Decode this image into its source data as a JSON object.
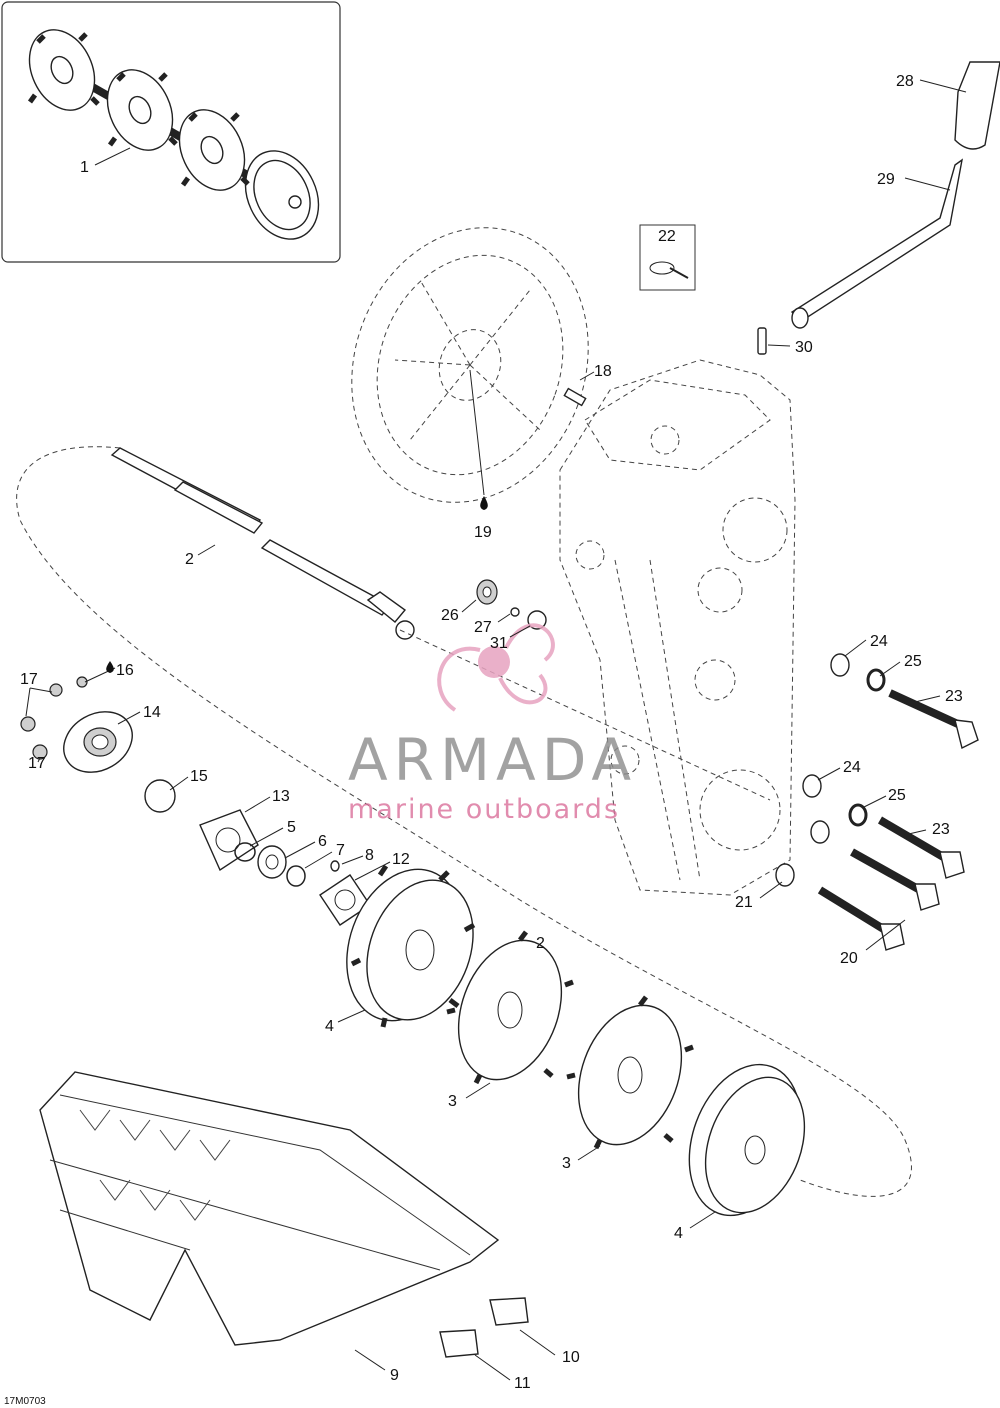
{
  "diagram_code": "17M0703",
  "watermark": {
    "brand": "ARMADA",
    "tagline": "marine outboards"
  },
  "callouts": {
    "c1": "1",
    "c2": "2",
    "c2b": "2",
    "c3a": "3",
    "c3b": "3",
    "c4a": "4",
    "c4b": "4",
    "c5": "5",
    "c6": "6",
    "c7": "7",
    "c8": "8",
    "c9": "9",
    "c10": "10",
    "c11": "11",
    "c12": "12",
    "c13": "13",
    "c14": "14",
    "c15": "15",
    "c16": "16",
    "c17a": "17",
    "c17b": "17",
    "c18": "18",
    "c19": "19",
    "c20": "20",
    "c21": "21",
    "c22": "22",
    "c23a": "23",
    "c23b": "23",
    "c24a": "24",
    "c24b": "24",
    "c25a": "25",
    "c25b": "25",
    "c26": "26",
    "c27": "27",
    "c28": "28",
    "c29": "29",
    "c30": "30",
    "c31": "31"
  },
  "colors": {
    "brand_pink": "#e7a3c0",
    "brand_grey": "#8b8b8b"
  }
}
